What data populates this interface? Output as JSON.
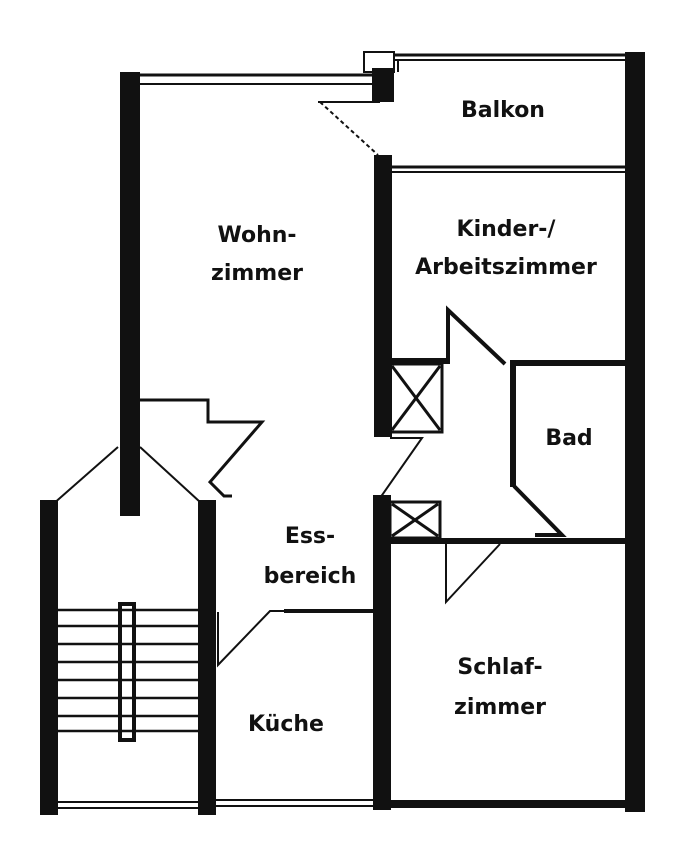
{
  "floor_plan": {
    "rooms": [
      {
        "id": "balkon",
        "lines": [
          "Balkon"
        ]
      },
      {
        "id": "wohnzimmer",
        "lines": [
          "Wohn-",
          "zimmer"
        ]
      },
      {
        "id": "kinderzimmer",
        "lines": [
          "Kinder-/",
          "Arbeitszimmer"
        ]
      },
      {
        "id": "bad",
        "lines": [
          "Bad"
        ]
      },
      {
        "id": "essbereich",
        "lines": [
          "Ess-",
          "bereich"
        ]
      },
      {
        "id": "kueche",
        "lines": [
          "Küche"
        ]
      },
      {
        "id": "schlafzimmer",
        "lines": [
          "Schlaf-",
          "zimmer"
        ]
      }
    ],
    "colors": {
      "wall": "#111111",
      "background": "#ffffff"
    }
  }
}
